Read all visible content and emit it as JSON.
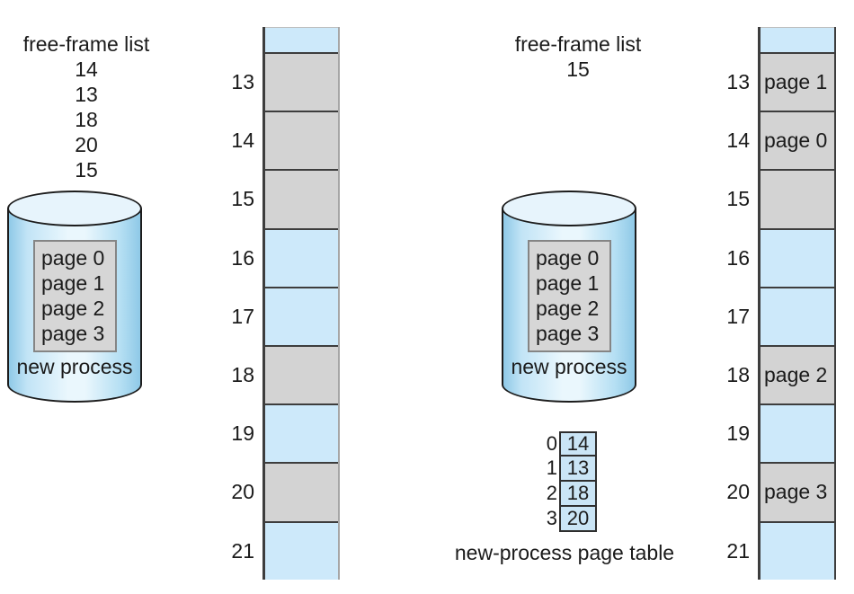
{
  "figure": {
    "left": {
      "free_frame_list": {
        "title": "free-frame list",
        "items": [
          "14",
          "13",
          "18",
          "20",
          "15"
        ]
      },
      "process": {
        "pages": [
          "page 0",
          "page 1",
          "page 2",
          "page 3"
        ],
        "label": "new process"
      },
      "memory": {
        "frames": [
          {
            "num": "",
            "content": "",
            "state": "used"
          },
          {
            "num": "13",
            "content": "",
            "state": "free"
          },
          {
            "num": "14",
            "content": "",
            "state": "free"
          },
          {
            "num": "15",
            "content": "",
            "state": "free"
          },
          {
            "num": "16",
            "content": "",
            "state": "used"
          },
          {
            "num": "17",
            "content": "",
            "state": "used"
          },
          {
            "num": "18",
            "content": "",
            "state": "free"
          },
          {
            "num": "19",
            "content": "",
            "state": "used"
          },
          {
            "num": "20",
            "content": "",
            "state": "free"
          },
          {
            "num": "21",
            "content": "",
            "state": "used"
          }
        ]
      }
    },
    "right": {
      "free_frame_list": {
        "title": "free-frame list",
        "items": [
          "15"
        ]
      },
      "process": {
        "pages": [
          "page 0",
          "page 1",
          "page 2",
          "page 3"
        ],
        "label": "new process"
      },
      "page_table": {
        "rows": [
          {
            "index": "0",
            "frame": "14"
          },
          {
            "index": "1",
            "frame": "13"
          },
          {
            "index": "2",
            "frame": "18"
          },
          {
            "index": "3",
            "frame": "20"
          }
        ],
        "caption": "new-process page table"
      },
      "memory": {
        "frames": [
          {
            "num": "",
            "content": "",
            "state": "used"
          },
          {
            "num": "13",
            "content": "page 1",
            "state": "allocated"
          },
          {
            "num": "14",
            "content": "page 0",
            "state": "allocated"
          },
          {
            "num": "15",
            "content": "",
            "state": "free"
          },
          {
            "num": "16",
            "content": "",
            "state": "used"
          },
          {
            "num": "17",
            "content": "",
            "state": "used"
          },
          {
            "num": "18",
            "content": "page 2",
            "state": "allocated"
          },
          {
            "num": "19",
            "content": "",
            "state": "used"
          },
          {
            "num": "20",
            "content": "page 3",
            "state": "allocated"
          },
          {
            "num": "21",
            "content": "",
            "state": "used"
          }
        ]
      }
    },
    "colors": {
      "free_gray": "#d3d3d3",
      "used_blue": "#cde9fa",
      "table_cell_blue": "#cae5f6",
      "border_dark": "#3d3d3d"
    }
  }
}
